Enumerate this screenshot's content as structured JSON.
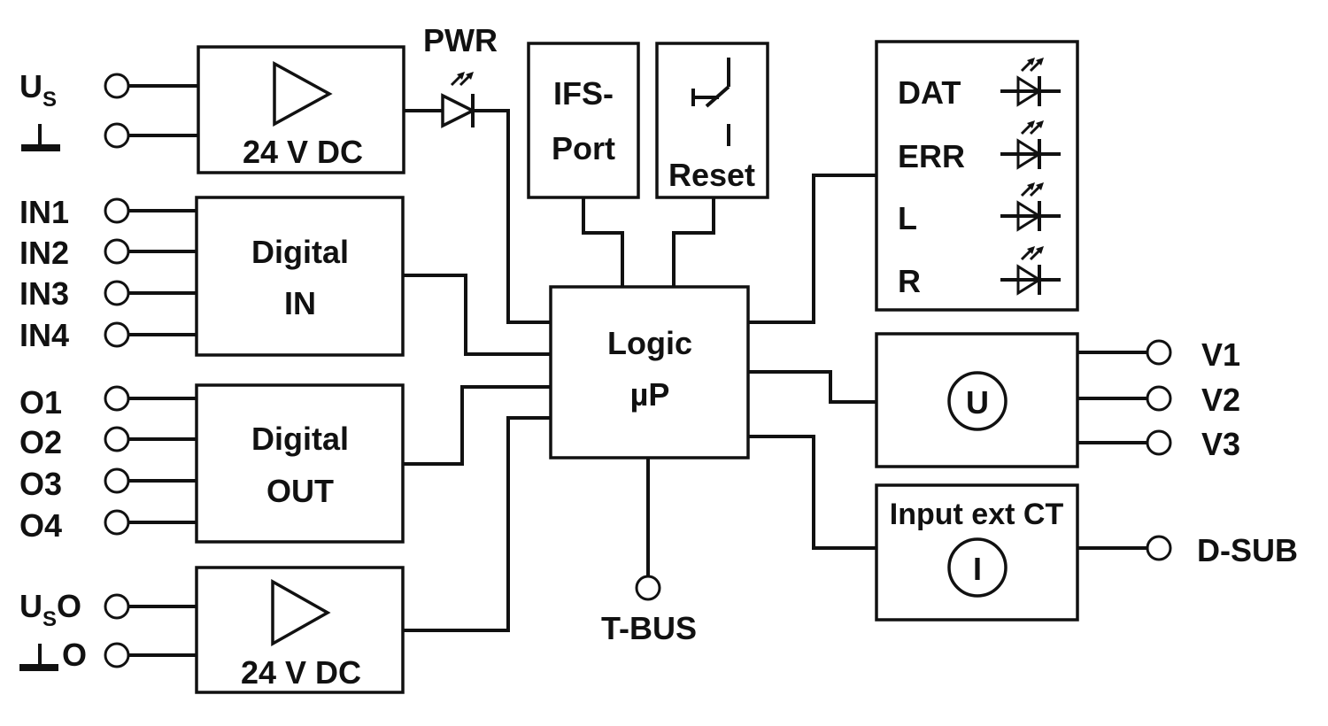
{
  "left_pins": {
    "us": "U",
    "us_sub": "S",
    "in1": "IN1",
    "in2": "IN2",
    "in3": "IN3",
    "in4": "IN4",
    "o1": "O1",
    "o2": "O2",
    "o3": "O3",
    "o4": "O4",
    "uso": "U",
    "uso_sub": "S",
    "uso_o": "O",
    "gndo_o": "O"
  },
  "blocks": {
    "psu_top": "24 V DC",
    "psu_bottom": "24 V DC",
    "din_line1": "Digital",
    "din_line2": "IN",
    "dout_line1": "Digital",
    "dout_line2": "OUT",
    "logic_line1": "Logic",
    "logic_line2": "µP",
    "ifs_line1": "IFS-",
    "ifs_line2": "Port",
    "reset": "Reset",
    "voltage_symbol": "U",
    "current_title": "Input ext CT",
    "current_symbol": "I"
  },
  "pwr_label": "PWR",
  "leds": [
    "DAT",
    "ERR",
    "L",
    "R"
  ],
  "right_pins": {
    "v1": "V1",
    "v2": "V2",
    "v3": "V3",
    "dsub": "D-SUB"
  },
  "tbus": "T-BUS"
}
